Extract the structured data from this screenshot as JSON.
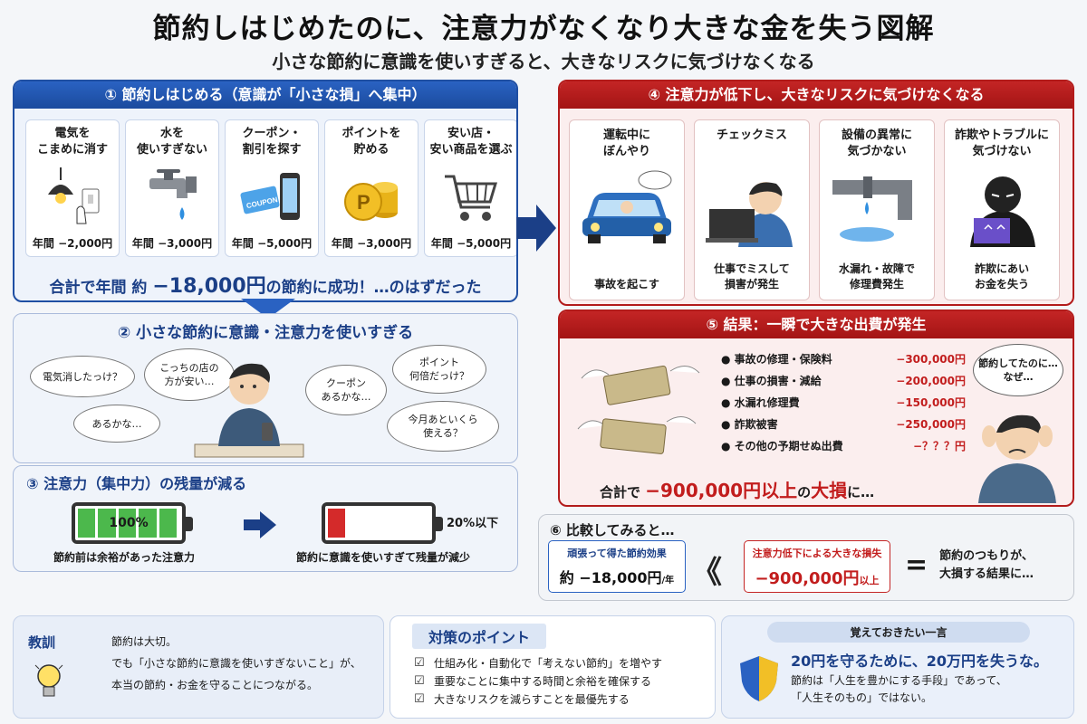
{
  "title": "節約しはじめたのに、注意力がなくなり大きな金を失う図解",
  "subtitle": "小さな節約に意識を使いすぎると、大きなリスクに気づけなくなる",
  "panel1": {
    "heading": "① 節約しはじめる（意識が「小さな損」へ集中）",
    "cards": [
      {
        "label": "電気を\nこまめに消す",
        "amount": "年間 −2,000円",
        "icon": "lamp-switch-icon"
      },
      {
        "label": "水を\n使いすぎない",
        "amount": "年間 −3,000円",
        "icon": "faucet-icon"
      },
      {
        "label": "クーポン・\n割引を探す",
        "amount": "年間 −5,000円",
        "icon": "coupon-phone-icon"
      },
      {
        "label": "ポイントを\n貯める",
        "amount": "年間 −3,000円",
        "icon": "point-coins-icon"
      },
      {
        "label": "安い店・\n安い商品を選ぶ",
        "amount": "年間 −5,000円",
        "icon": "shopping-cart-icon"
      }
    ],
    "coupon_text": "COUPON",
    "coin_letter": "P",
    "total_prefix": "合計で年間 約 ",
    "total_value": "−18,000円",
    "total_suffix": "の節約に成功！…のはずだった"
  },
  "panel2": {
    "heading": "② 小さな節約に意識・注意力を使いすぎる",
    "bubbles": [
      "電気消したっけ？",
      "こっちの店の\n方が安い…",
      "クーポン\nあるかな…",
      "ポイント\n何倍だっけ？",
      "あるかな…",
      "今月あといくら\n使える？"
    ]
  },
  "panel3": {
    "heading": "③ 注意力（集中力）の残量が減る",
    "before_percent": "100%",
    "after_percent": "20%以下",
    "before_level": 1.0,
    "after_level": 0.2,
    "before_caption": "節約前は余裕があった注意力",
    "after_caption": "節約に意識を使いすぎて残量が減少"
  },
  "panel4": {
    "heading": "④ 注意力が低下し、大きなリスクに気づけなくなる",
    "cards": [
      {
        "label": "運転中に\nぼんやり",
        "foot": "事故を起こす",
        "icon": "car-icon"
      },
      {
        "label": "チェックミス",
        "foot": "仕事でミスして\n損害が発生",
        "icon": "worker-laptop-icon"
      },
      {
        "label": "設備の異常に\n気づかない",
        "foot": "水漏れ・故障で\n修理費発生",
        "icon": "leaking-pipe-icon"
      },
      {
        "label": "詐欺やトラブルに\n気づけない",
        "foot": "詐欺にあい\nお金を失う",
        "icon": "scammer-icon"
      }
    ]
  },
  "panel5": {
    "heading": "⑤ 結果：一瞬で大きな出費が発生",
    "items": [
      {
        "name": "事故の修理・保険料",
        "value": "−300,000円"
      },
      {
        "name": "仕事の損害・減給",
        "value": "−200,000円"
      },
      {
        "name": "水漏れ修理費",
        "value": "−150,000円"
      },
      {
        "name": "詐欺被害",
        "value": "−250,000円"
      },
      {
        "name": "その他の予期せぬ出費",
        "value": "−？？？円"
      }
    ],
    "bullet": "●",
    "speech": "節約してたのに…\nなぜ…",
    "total_prefix": "合計で ",
    "total_value": "−900,000円以上",
    "total_mid": "の",
    "total_big": "大損",
    "total_suffix": "に…"
  },
  "panel6": {
    "heading": "⑥ 比較してみると…",
    "left_title": "頑張って得た節約効果",
    "left_value": "約 −18,000円",
    "left_unit": "/年",
    "compare_symbol": "《",
    "right_title": "注意力低下による大きな損失",
    "right_value": "−900,000円",
    "right_unit": "以上",
    "equals": "=",
    "result": "節約のつもりが、\n大損する結果に…"
  },
  "lesson": {
    "badge": "教訓",
    "line1": "節約は大切。",
    "line2": "でも「小さな節約に意識を使いすぎないこと」が、",
    "line3": "本当の節約・お金を守ることにつながる。"
  },
  "measures": {
    "heading": "対策のポイント",
    "items": [
      "仕組み化・自動化で「考えない節約」を増やす",
      "重要なことに集中する時間と余裕を確保する",
      "大きなリスクを減らすことを最優先する"
    ]
  },
  "quote": {
    "label": "覚えておきたい一言",
    "main": "20円を守るために、20万円を失うな。",
    "sub1": "節約は「人生を豊かにする手段」であって、",
    "sub2": "「人生そのもの」ではない。"
  }
}
